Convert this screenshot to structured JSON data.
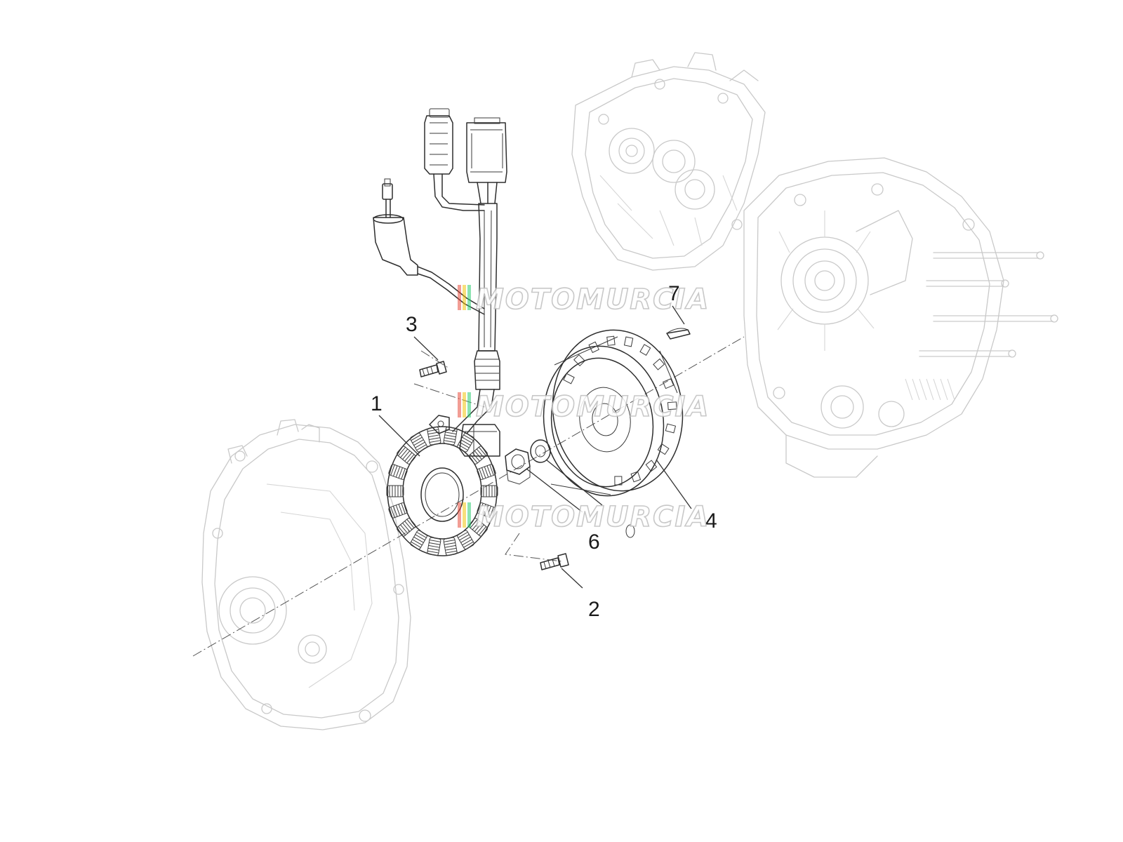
{
  "diagram": {
    "callouts": [
      {
        "id": "1",
        "text": "1"
      },
      {
        "id": "2",
        "text": "2"
      },
      {
        "id": "3",
        "text": "3"
      },
      {
        "id": "4",
        "text": "4"
      },
      {
        "id": "6",
        "text": "6"
      },
      {
        "id": "7",
        "text": "7"
      }
    ],
    "watermark": {
      "text": "MOTOMURCIA",
      "stripe_colors": [
        "#e74c3c",
        "#f1c40f",
        "#2ecc71"
      ]
    }
  }
}
